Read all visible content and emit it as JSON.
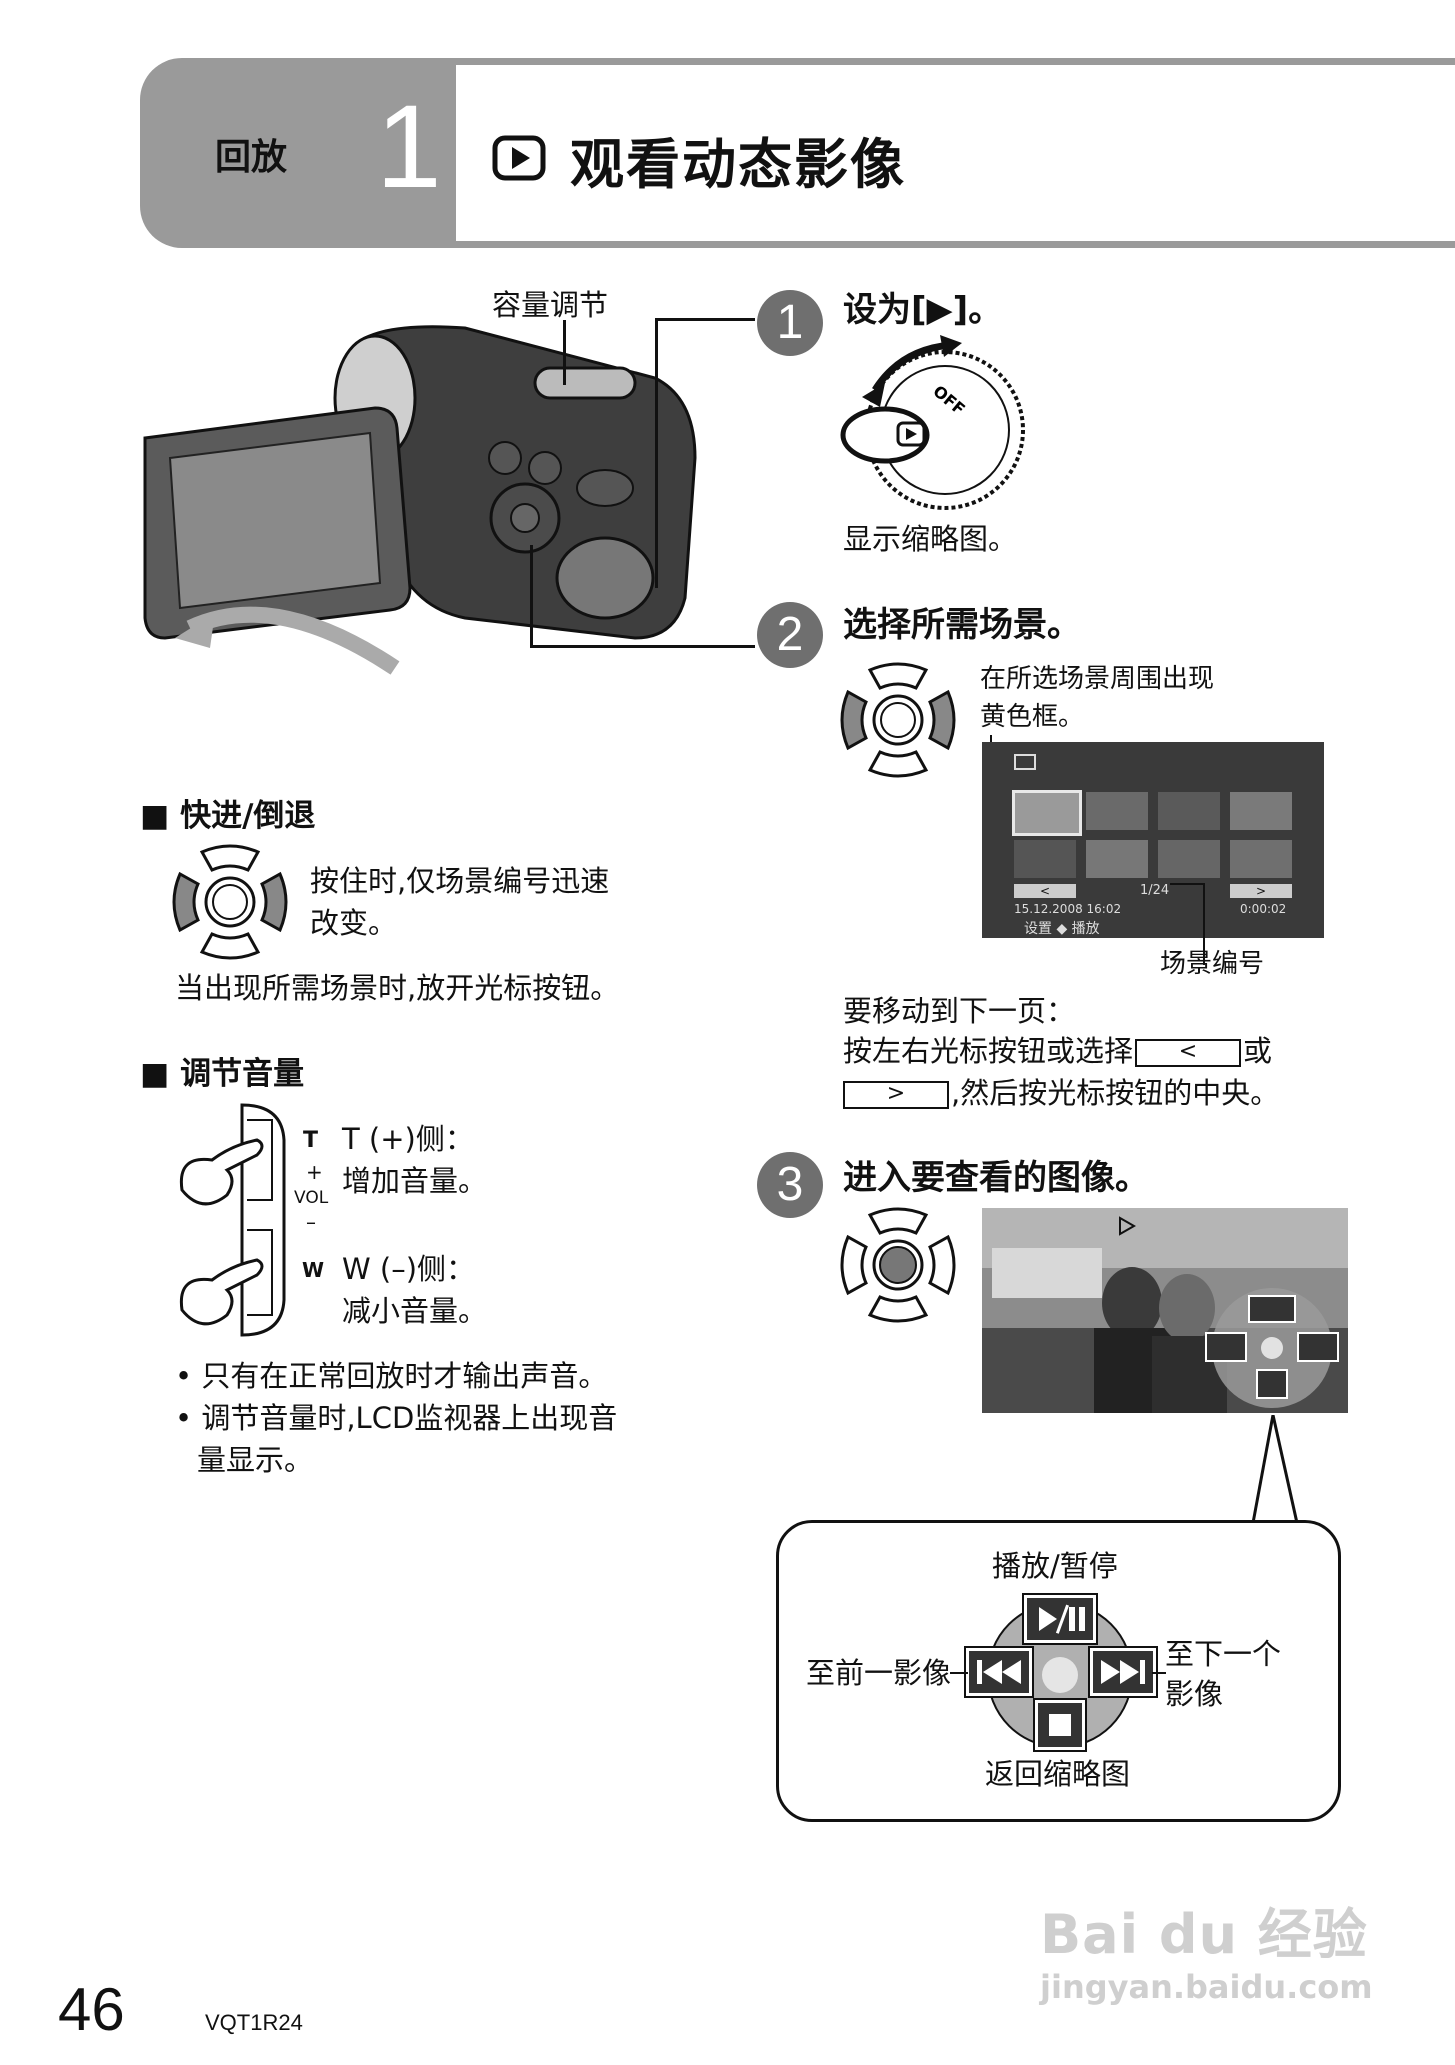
{
  "header": {
    "section_label": "回放",
    "section_number": "1",
    "title": "观看动态影像",
    "title_icon": "play-mode-icon"
  },
  "camera": {
    "volume_label": "容量调节"
  },
  "step1": {
    "number": "1",
    "title": "设为[▶]。",
    "dial_label": "OFF",
    "note": "显示缩略图。"
  },
  "step2": {
    "number": "2",
    "title": "选择所需场景。",
    "frame_note_line1": "在所选场景周围出现",
    "frame_note_line2": "黄色框。",
    "screen": {
      "counter": "1/24",
      "date": "15.12.2008  16:02",
      "time": "0:00:02",
      "menu": "设置  ◆  播放",
      "prev": "<",
      "next": ">"
    },
    "scene_number_label": "场景编号",
    "page_hint_line1": "要移动到下一页：",
    "page_hint_line2a": "按左右光标按钮或选择",
    "page_hint_btn_left": "<",
    "page_hint_line2b": "或",
    "page_hint_btn_right": ">",
    "page_hint_line3": ",然后按光标按钮的中央。"
  },
  "step3": {
    "number": "3",
    "title": "进入要查看的图像。",
    "callout": {
      "play_pause": "播放/暂停",
      "prev_line": "至前一影像",
      "next_line1": "至下一个",
      "next_line2": "影像",
      "stop": "返回缩略图"
    }
  },
  "fast": {
    "heading": "■ 快进/倒退",
    "line1": "按住时,仅场景编号迅速",
    "line2": "改变。",
    "release": "当出现所需场景时,放开光标按钮。"
  },
  "volume": {
    "heading": "■ 调节音量",
    "t_mark": "T",
    "t_line1": "T (+)侧：",
    "t_line2": "增加音量。",
    "plus": "+",
    "vol": "VOL",
    "minus": "–",
    "w_mark": "W",
    "w_line1": "W (–)侧：",
    "w_line2": "减小音量。",
    "bullet1": "• 只有在正常回放时才输出声音。",
    "bullet2a": "• 调节音量时,LCD监视器上出现音",
    "bullet2b": "量显示。"
  },
  "footer": {
    "page_number": "46",
    "model_code": "VQT1R24"
  },
  "watermark": {
    "logo": "Bai du 经验",
    "url": "jingyan.baidu.com"
  },
  "colors": {
    "header_gray": "#9a9a9a",
    "step_circle": "#6f6f6f",
    "text": "#111111"
  }
}
